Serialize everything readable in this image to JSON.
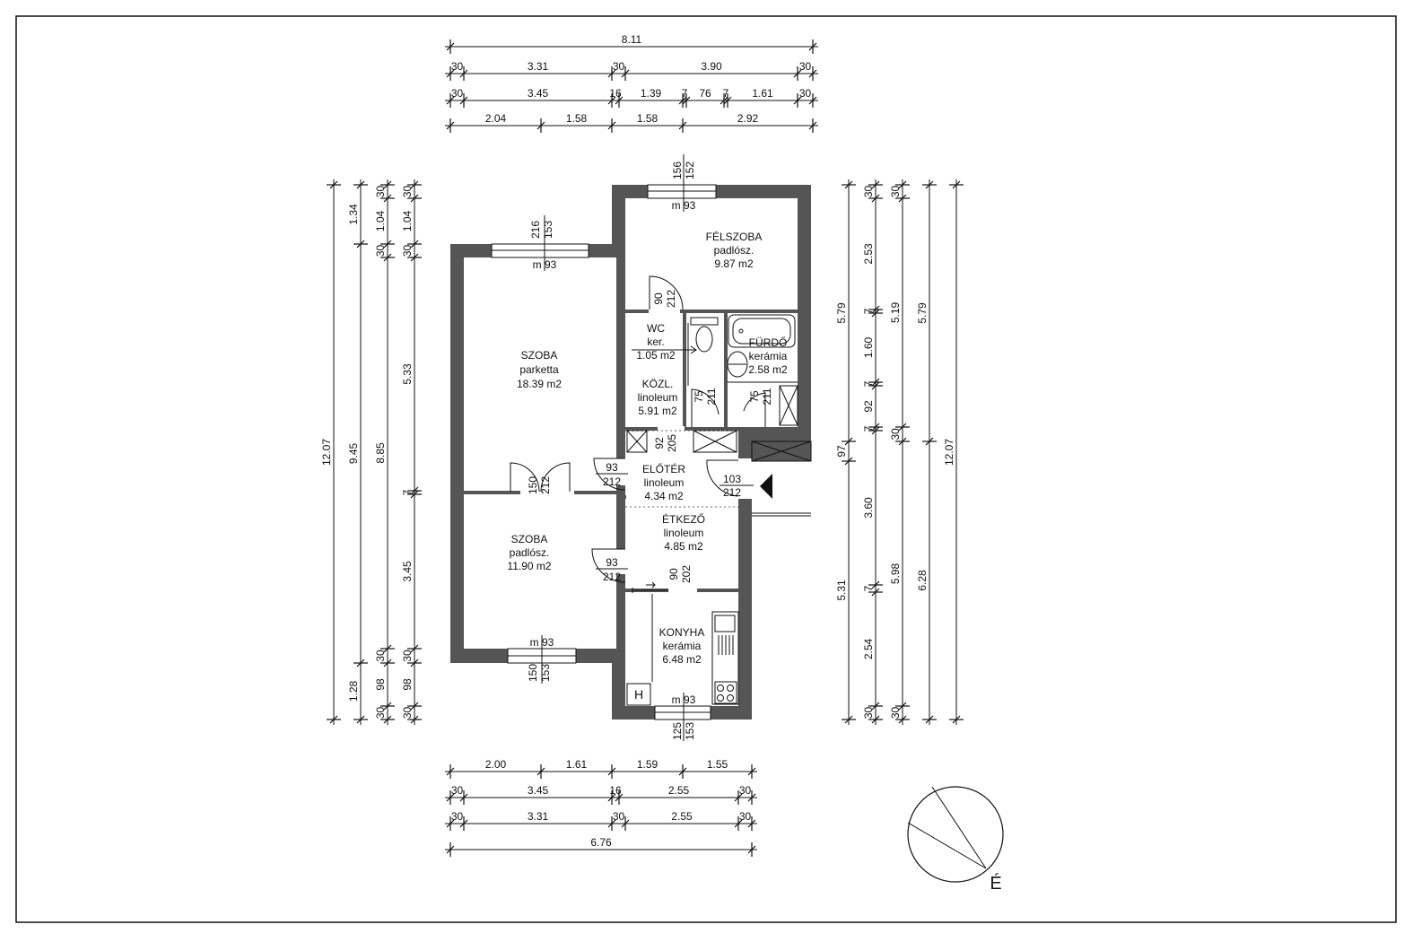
{
  "rooms": {
    "felszoba": {
      "name": "FÉLSZOBA",
      "floor": "padlósz.",
      "area": "9.87 m2"
    },
    "szoba1": {
      "name": "SZOBA",
      "floor": "parketta",
      "area": "18.39 m2"
    },
    "szoba2": {
      "name": "SZOBA",
      "floor": "padlósz.",
      "area": "11.90 m2"
    },
    "wc": {
      "name": "WC",
      "floor": "ker.",
      "area": "1.05 m2"
    },
    "furdo": {
      "name": "FÜRDŐ",
      "floor": "kerámia",
      "area": "2.58 m2"
    },
    "kozl": {
      "name": "KÖZL.",
      "floor": "linoleum",
      "area": "5.91 m2"
    },
    "eloter": {
      "name": "ELŐTÉR",
      "floor": "linoleum",
      "area": "4.34 m2"
    },
    "etkezo": {
      "name": "ÉTKEZŐ",
      "floor": "linoleum",
      "area": "4.85 m2"
    },
    "konyha": {
      "name": "KONYHA",
      "floor": "kerámia",
      "area": "6.48 m2"
    }
  },
  "top_dims": {
    "row1": [
      "8.11"
    ],
    "row2": [
      "30",
      "3.31",
      "30",
      "3.90",
      "30"
    ],
    "row3": [
      "30",
      "3.45",
      "16",
      "1.39",
      "7",
      "76",
      "7",
      "1.61",
      "30"
    ],
    "row4": [
      "2.04",
      "1.58",
      "1.58",
      "2.92"
    ]
  },
  "bottom_dims": {
    "row1": [
      "2.00",
      "1.61",
      "1.59",
      "1.55"
    ],
    "row2": [
      "30",
      "3.45",
      "16",
      "2.55",
      "30"
    ],
    "row3": [
      "30",
      "3.31",
      "30",
      "2.55",
      "30"
    ],
    "row4": [
      "6.76"
    ]
  },
  "left_dims": {
    "col1": [
      "12.07"
    ],
    "col2": [
      "1.34",
      "9.45",
      "1.28"
    ],
    "col3": [
      "30",
      "1.04",
      "30",
      "8.85",
      "30",
      "98",
      "30"
    ],
    "col4": [
      "30",
      "1.04",
      "30",
      "5.33",
      "7",
      "3.45",
      "30",
      "98",
      "30"
    ]
  },
  "right_dims": {
    "col1": [
      "5.79",
      "97",
      "5.31"
    ],
    "col2": [
      "30",
      "2.53",
      "7",
      "1.60",
      "7",
      "92",
      "7",
      "3.60",
      "7",
      "2.54",
      "30"
    ],
    "col3": [
      "30",
      "5.19",
      "30",
      "5.98",
      "30"
    ],
    "col4": [
      "5.79",
      "6.28"
    ],
    "col5": [
      "12.07"
    ]
  },
  "openings": {
    "w_felszoba": {
      "label": "m 93",
      "top": "156",
      "bottom": "152"
    },
    "w_szoba1": {
      "label": "m 93",
      "top": "216",
      "bottom": "153"
    },
    "w_szoba2": {
      "label": "m 93",
      "top": "150",
      "bottom": "153"
    },
    "w_konyha": {
      "label": "m 93",
      "top": "125",
      "bottom": "153"
    },
    "d_felszoba": {
      "top": "90",
      "bottom": "212"
    },
    "d_szoba1": {
      "top": "150",
      "bottom": "212"
    },
    "d_eloter_left": {
      "top": "93",
      "bottom": "212"
    },
    "d_szoba2": {
      "top": "93",
      "bottom": "212"
    },
    "d_entrance": {
      "top": "103",
      "bottom": "212"
    },
    "d_kozl": {
      "top": "92",
      "bottom": "205"
    },
    "d_wc": {
      "top": "75",
      "bottom": "211"
    },
    "d_furdo": {
      "top": "75",
      "bottom": "211"
    },
    "d_konyha": {
      "top": "90",
      "bottom": "202"
    }
  },
  "fixtures": {
    "chimney": "H"
  },
  "compass": {
    "label": "É"
  }
}
